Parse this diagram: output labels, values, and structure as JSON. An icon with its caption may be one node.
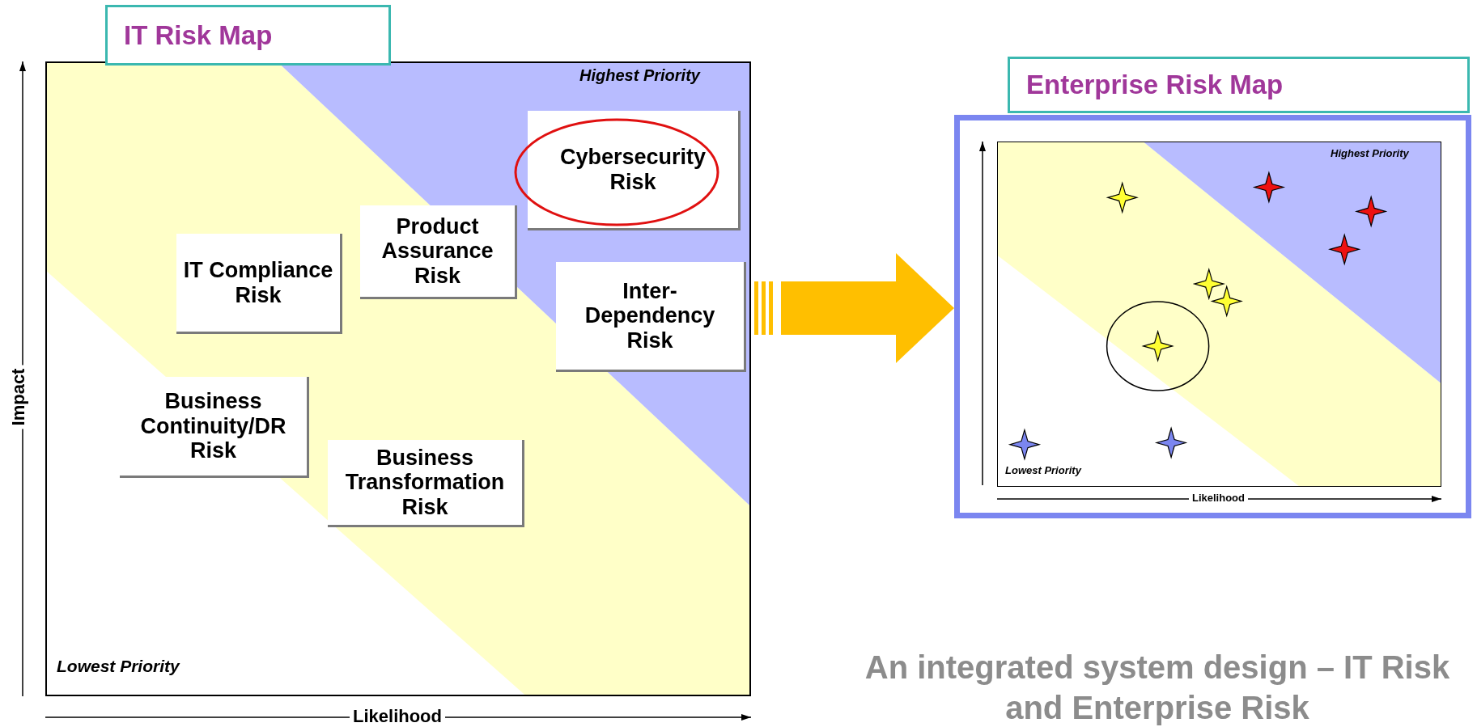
{
  "diagram": {
    "caption": "An integrated system design – IT Risk and Enterprise Risk",
    "nodes": [
      {
        "text": [
          "IT Risk Map"
        ]
      },
      {
        "text": [
          "Cybersecurity Risk"
        ],
        "in": 0
      },
      {
        "text": [
          "Product Assurance Risk"
        ],
        "in": 0
      },
      {
        "text": [
          "IT Compliance Risk"
        ],
        "in": 0
      },
      {
        "text": [
          "Inter-Dependency Risk"
        ],
        "in": 0
      },
      {
        "text": [
          "Business Continuity/DR Risk"
        ],
        "in": 0
      },
      {
        "text": [
          "Business Transformation Risk"
        ],
        "in": 0
      },
      {
        "text": [
          "Enterprise Risk Map"
        ]
      }
    ],
    "edges": [
      {
        "from": 0,
        "to": 7,
        "arrow": "to"
      }
    ],
    "labels": [
      "Highest Priority",
      "Impact",
      "Lowest Priority",
      "Likelihood",
      "Highest Priority",
      "Lowest Priority",
      "Likelihood"
    ]
  }
}
